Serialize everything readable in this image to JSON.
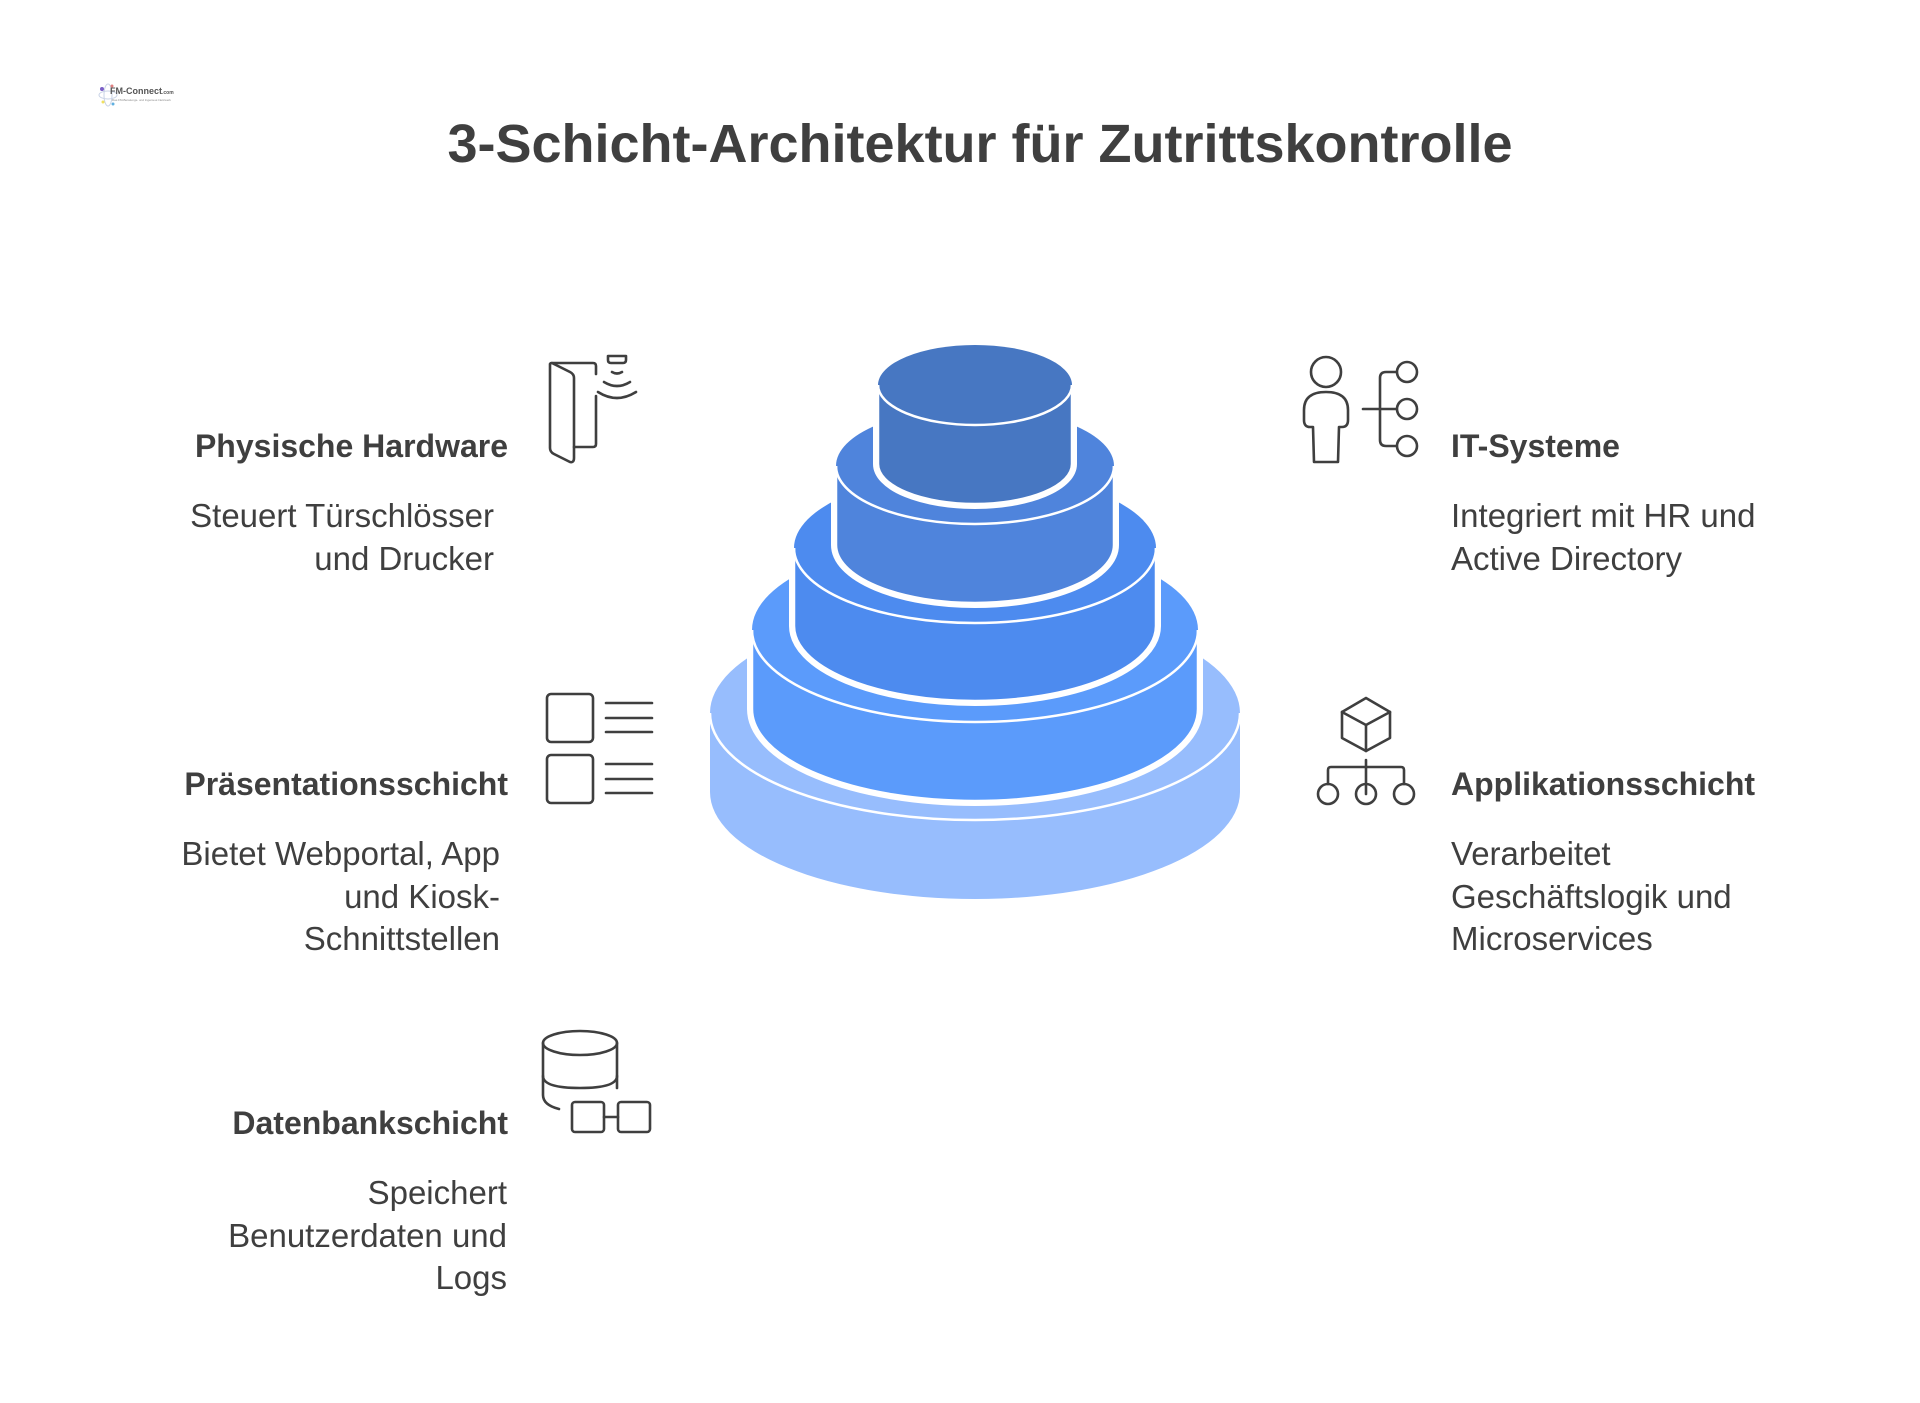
{
  "logo": {
    "text": "FM-Connect.com"
  },
  "title": "3-Schicht-Architektur für Zutrittskontrolle",
  "layers_left": [
    {
      "title": "Physische Hardware",
      "description": "Steuert Türschlösser\nund Drucker",
      "icon": "door-sensor-icon"
    },
    {
      "title": "Präsentationsschicht",
      "description": "Bietet Webportal, App\nund Kiosk-\nSchnittstellen",
      "icon": "list-layout-icon"
    },
    {
      "title": "Datenbankschicht",
      "description": "Speichert\nBenutzerdaten und\nLogs",
      "icon": "database-link-icon"
    }
  ],
  "layers_right": [
    {
      "title": "IT-Systeme",
      "description": "Integriert mit HR und\nActive Directory",
      "icon": "user-network-icon"
    },
    {
      "title": "Applikationsschicht",
      "description": "Verarbeitet\nGeschäftslogik und\nMicroservices",
      "icon": "cube-hierarchy-icon"
    }
  ],
  "tier_colors": [
    "#97BDFD",
    "#5B9BFB",
    "#4D8BEF",
    "#4F84DC",
    "#4777C2"
  ]
}
